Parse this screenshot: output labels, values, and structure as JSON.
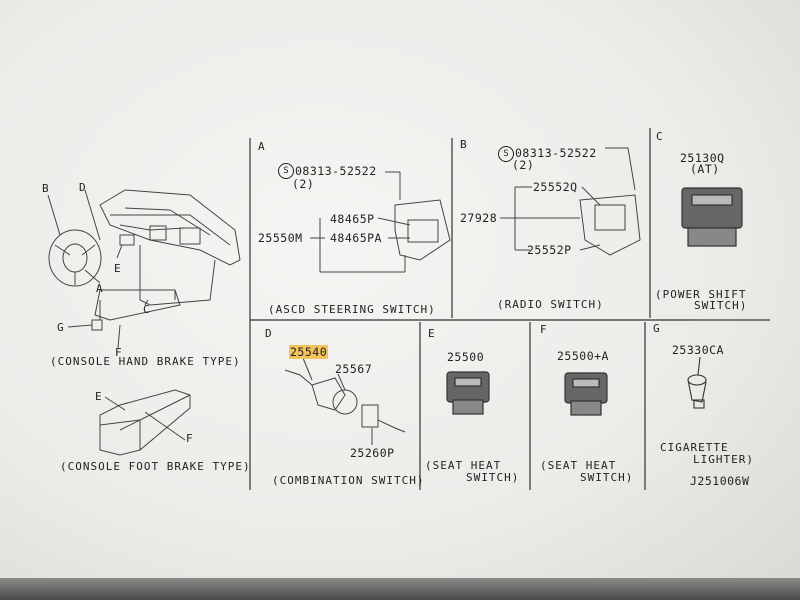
{
  "panels": {
    "a": {
      "letter": "A",
      "screw": "08313-52522",
      "screw_qty": "(2)",
      "assembly": "25550M",
      "part1": "48465P",
      "part2": "48465PA",
      "caption": "(ASCD STEERING SWITCH)"
    },
    "b": {
      "letter": "B",
      "screw": "08313-52522",
      "screw_qty": "(2)",
      "part_main": "27928",
      "part1": "25552Q",
      "part2": "25552P",
      "caption": "(RADIO SWITCH)"
    },
    "c": {
      "letter": "C",
      "part": "25130Q",
      "part_note": "(AT)",
      "caption_l1": "(POWER SHIFT",
      "caption_l2": "SWITCH)"
    },
    "d": {
      "letter": "D",
      "part1": "25540",
      "part2": "25567",
      "part3": "25260P",
      "caption": "(COMBINATION SWITCH)"
    },
    "e": {
      "letter": "E",
      "part": "25500",
      "caption_l1": "(SEAT HEAT",
      "caption_l2": "SWITCH)"
    },
    "f": {
      "letter": "F",
      "part": "25500+A",
      "caption_l1": "(SEAT HEAT",
      "caption_l2": "SWITCH)"
    },
    "g": {
      "letter": "G",
      "part": "25330CA",
      "caption_l1": "CIGARETTE",
      "caption_l2": "LIGHTER)"
    }
  },
  "overview": {
    "callouts": {
      "a": "A",
      "b": "B",
      "c": "C",
      "d": "D",
      "e": "E",
      "f": "F",
      "g": "G",
      "e2": "E",
      "f2": "F"
    },
    "caption_hand": "(CONSOLE HAND BRAKE TYPE)",
    "caption_foot": "(CONSOLE FOOT BRAKE TYPE)"
  },
  "diagram_id": "J251006W",
  "screw_symbol": "S",
  "colors": {
    "highlight": "#f3c35a",
    "ink": "#222222"
  }
}
